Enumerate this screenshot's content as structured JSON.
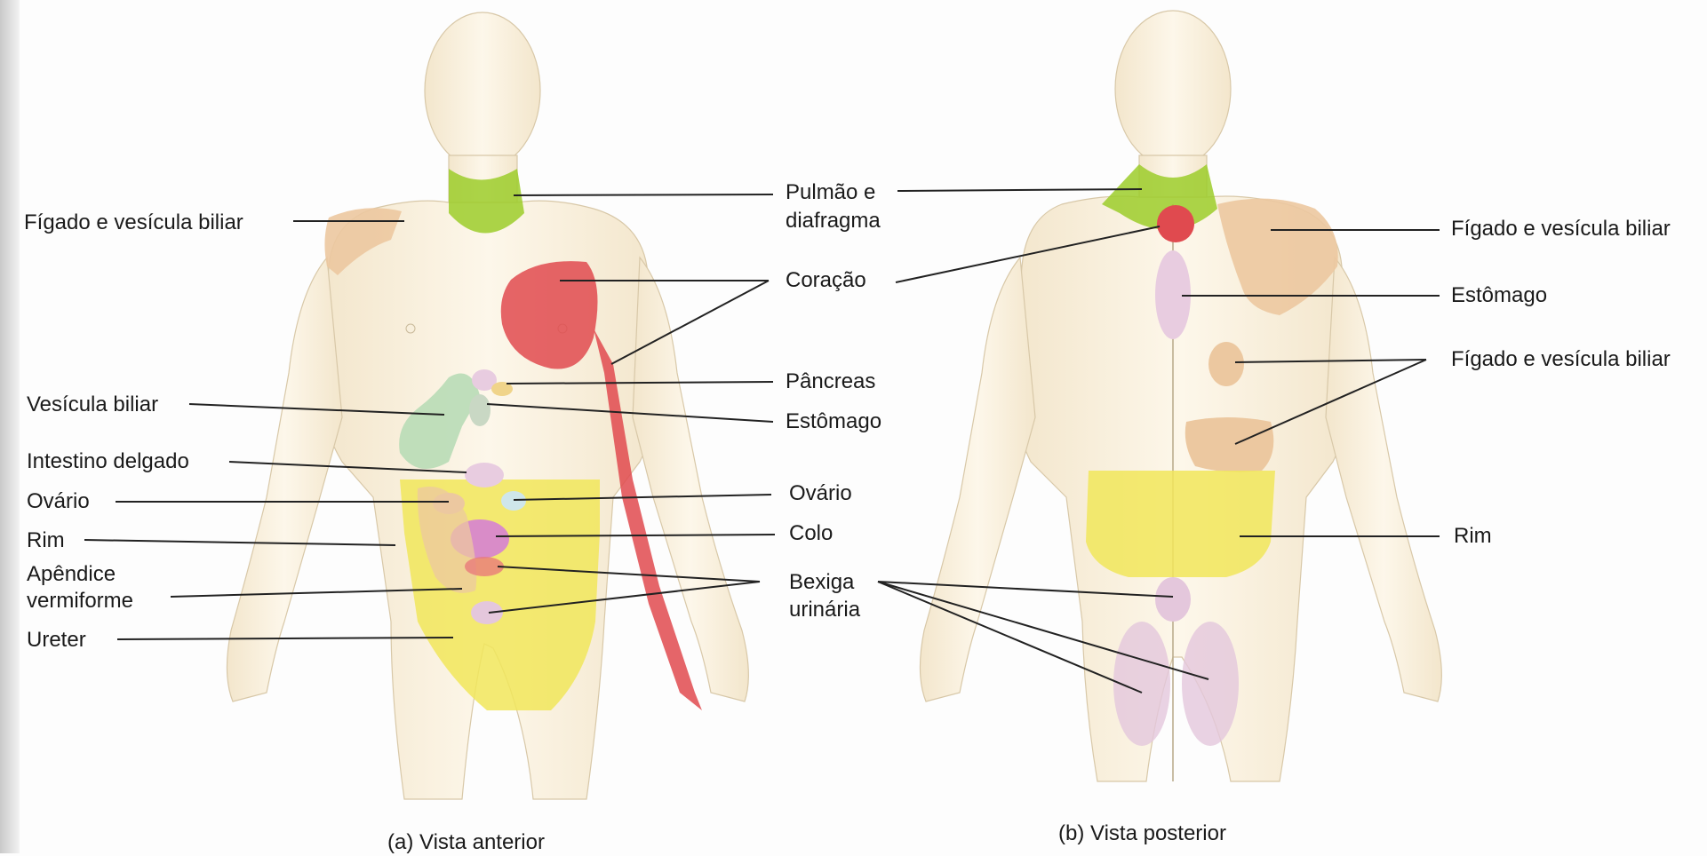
{
  "figure": {
    "anterior": {
      "caption": "(a) Vista anterior",
      "labels": {
        "figado_vesicula": "Fígado e vesícula biliar",
        "vesicula_biliar": "Vesícula biliar",
        "intestino_delgado": "Intestino delgado",
        "ovario_left": "Ovário",
        "rim": "Rim",
        "apendice_1": "Apêndice",
        "apendice_2": "vermiforme",
        "ureter": "Ureter",
        "pulmao_1": "Pulmão e",
        "pulmao_2": "diafragma",
        "coracao": "Coração",
        "pancreas": "Pâncreas",
        "estomago": "Estômago",
        "ovario_right": "Ovário",
        "colo": "Colo",
        "bexiga_1": "Bexiga",
        "bexiga_2": "urinária"
      }
    },
    "posterior": {
      "caption": "(b) Vista posterior",
      "labels": {
        "figado_vesicula_top": "Fígado e vesícula biliar",
        "estomago": "Estômago",
        "figado_vesicula_mid": "Fígado e vesícula biliar",
        "rim": "Rim"
      }
    }
  },
  "colors": {
    "skin": "#fbf3e3",
    "skin_outline": "#c9b99a",
    "lung_diaphragm": "#9ccc2a",
    "heart": "#e04a4f",
    "liver_gallbladder": "#ecc8a0",
    "kidney": "#f1e65a",
    "bladder": "#e4c7dc",
    "stomach": "#e8cce0",
    "gallbladder": "#b8dcb6",
    "colon": "#d98cc8",
    "ovary": "#cfe6ea",
    "leader_line": "#222222"
  }
}
